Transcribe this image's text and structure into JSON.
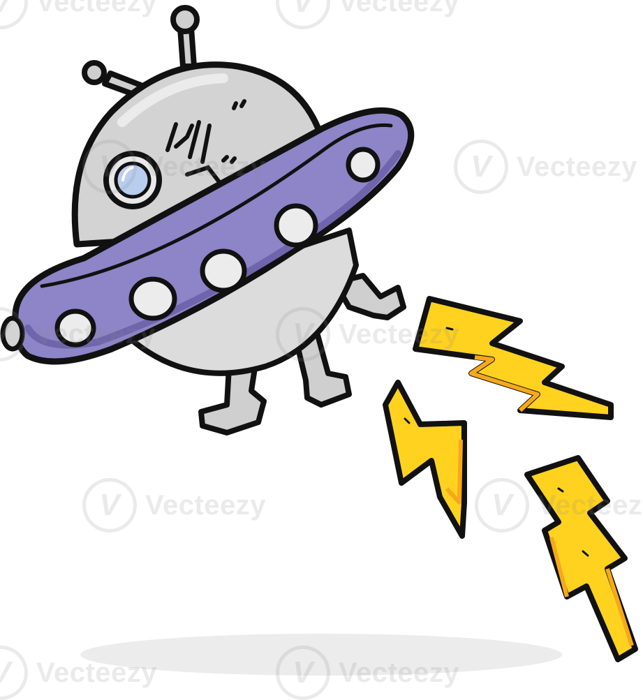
{
  "illustration": {
    "subject": "cartoon-flying-saucer-with-lightning-bolts",
    "colors": {
      "outline": "#111111",
      "dome": "#cfcfcf",
      "dome_highlight": "#e6e6e6",
      "saucer_ring": "#8e84c8",
      "saucer_ring_dark": "#6f65ad",
      "portholes": "#ececec",
      "window_glass": "#b9cdee",
      "lightning": "#ffd21f",
      "lightning_shade": "#f7a81b",
      "ground_shadow": "#ececec"
    }
  },
  "watermark": {
    "brand": "Vecteezy",
    "logo_glyph": "V"
  }
}
